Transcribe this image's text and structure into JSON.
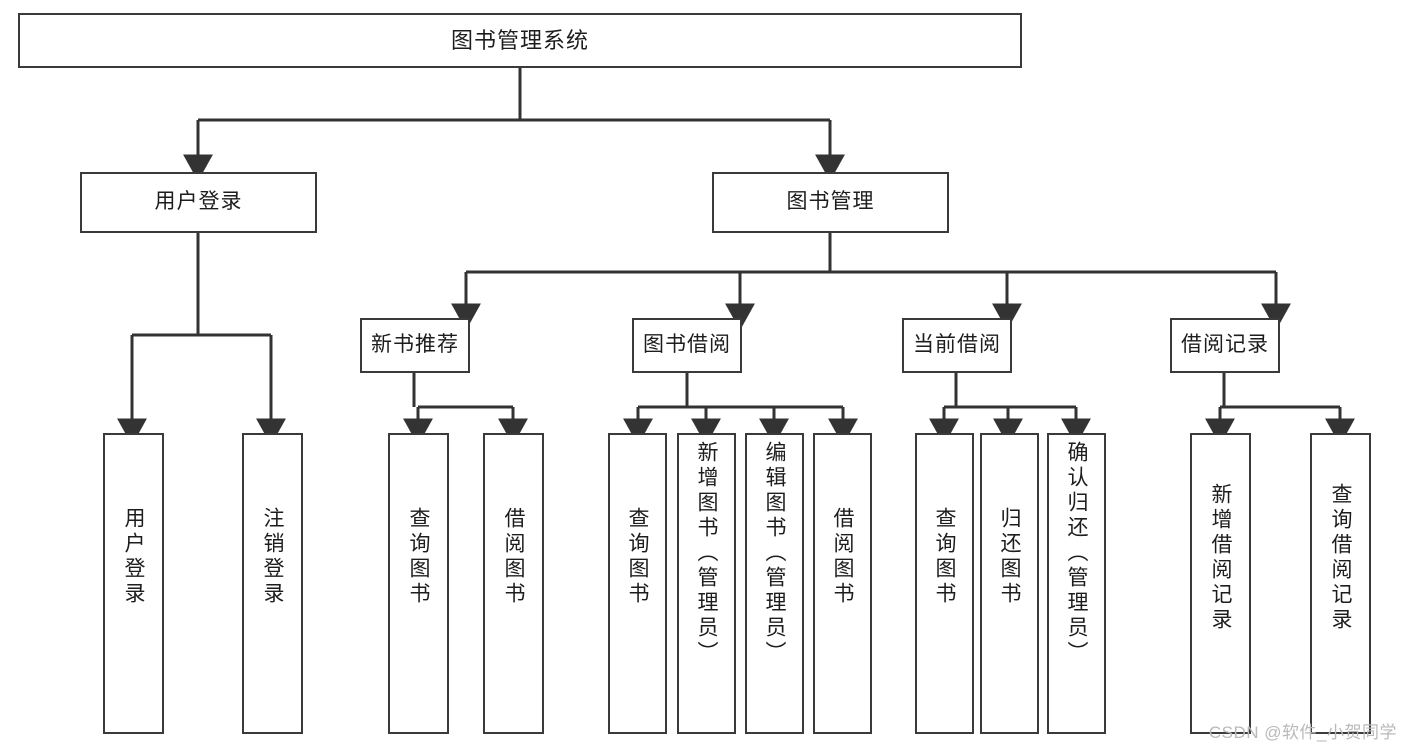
{
  "diagram": {
    "title": "图书管理系统",
    "type": "tree",
    "colors": {
      "box_border": "#3a3a3a",
      "box_fill": "#ffffff",
      "line": "#333333",
      "text": "#1d1d1d",
      "watermark": "#b9b9b9"
    },
    "root": {
      "label": "图书管理系统"
    },
    "level1": [
      {
        "label": "用户登录"
      },
      {
        "label": "图书管理"
      }
    ],
    "level2": [
      {
        "label": "新书推荐"
      },
      {
        "label": "图书借阅"
      },
      {
        "label": "当前借阅"
      },
      {
        "label": "借阅记录"
      }
    ],
    "leaves": {
      "user_login": [
        {
          "label": "用户登录"
        },
        {
          "label": "注销登录"
        }
      ],
      "new_book_recommend": [
        {
          "label": "查询图书"
        },
        {
          "label": "借阅图书"
        }
      ],
      "book_borrow": [
        {
          "label": "查询图书"
        },
        {
          "label": "新增图书（管理员）"
        },
        {
          "label": "编辑图书（管理员）"
        },
        {
          "label": "借阅图书"
        }
      ],
      "current_borrow": [
        {
          "label": "查询图书"
        },
        {
          "label": "归还图书"
        },
        {
          "label": "确认归还（管理员）"
        }
      ],
      "borrow_record": [
        {
          "label": "新增借阅记录"
        },
        {
          "label": "查询借阅记录"
        }
      ]
    }
  },
  "watermark": {
    "text": "CSDN @软件_小贺同学"
  }
}
